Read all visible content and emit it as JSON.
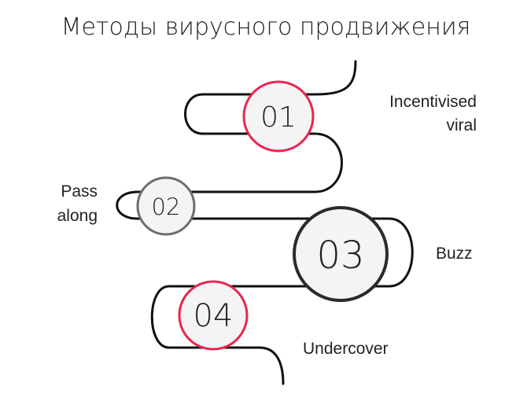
{
  "title": "Методы вирусного продвижения",
  "colors": {
    "accent": "#e8264f",
    "grey": "#6e6e6e",
    "dark": "#2b2b2b",
    "line": "#111111",
    "text": "#222222"
  },
  "steps": [
    {
      "number": "01",
      "label_lines": [
        "Incentivised",
        "viral"
      ]
    },
    {
      "number": "02",
      "label_lines": [
        "Pass",
        "along"
      ]
    },
    {
      "number": "03",
      "label_lines": [
        "Buzz"
      ]
    },
    {
      "number": "04",
      "label_lines": [
        "Undercover"
      ]
    }
  ]
}
